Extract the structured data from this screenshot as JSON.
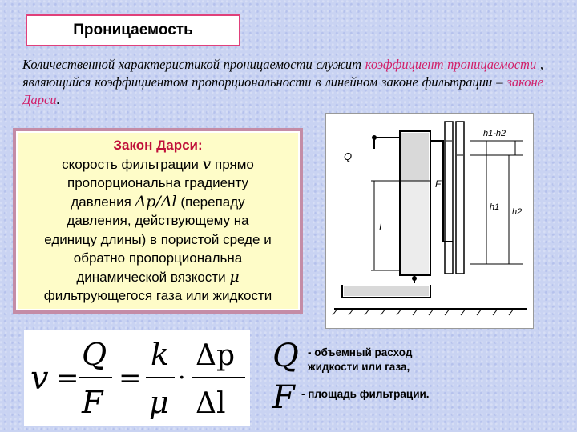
{
  "title": "Проницаемость",
  "intro": {
    "part1": "Количественной характеристикой проницаемости служит ",
    "hl1": "коэффициент проницаемости",
    "part2": " , являющийся коэффициентом пропорциональности в линейном законе фильтрации – ",
    "hl2": "законе Дарси",
    "part3": "."
  },
  "law": {
    "title": "Закон Дарси:",
    "line1a": "скорость фильтрации",
    "sym_v": "v",
    "line1b": "прямо",
    "line2": "пропорциональна градиенту",
    "line3a": "давления",
    "sym_grad": "Δp/Δl",
    "line3b": "(перепаду",
    "line4": "давления, действующему на",
    "line5": "единицу длины) в пористой среде и",
    "line6": "обратно пропорциональна",
    "line7a": "динамической вязкости",
    "sym_mu": "μ",
    "line8": "фильтрующегося газа или жидкости"
  },
  "apparatus": {
    "label_q": "Q",
    "label_f": "F",
    "label_l": "L",
    "label_h1": "h1",
    "label_h2": "h2",
    "label_dh": "h1-h2"
  },
  "formula": {
    "v": "v",
    "eq": "=",
    "Q": "Q",
    "F": "F",
    "k": "k",
    "mu": "μ",
    "dot": "·",
    "dp": "Δp",
    "dl": "Δl"
  },
  "legend": {
    "q_symbol": "Q",
    "q_text_1": "- объемный расход",
    "q_text_2": "жидкости или газа,",
    "f_symbol": "F",
    "f_text": "- площадь фильтрации."
  }
}
